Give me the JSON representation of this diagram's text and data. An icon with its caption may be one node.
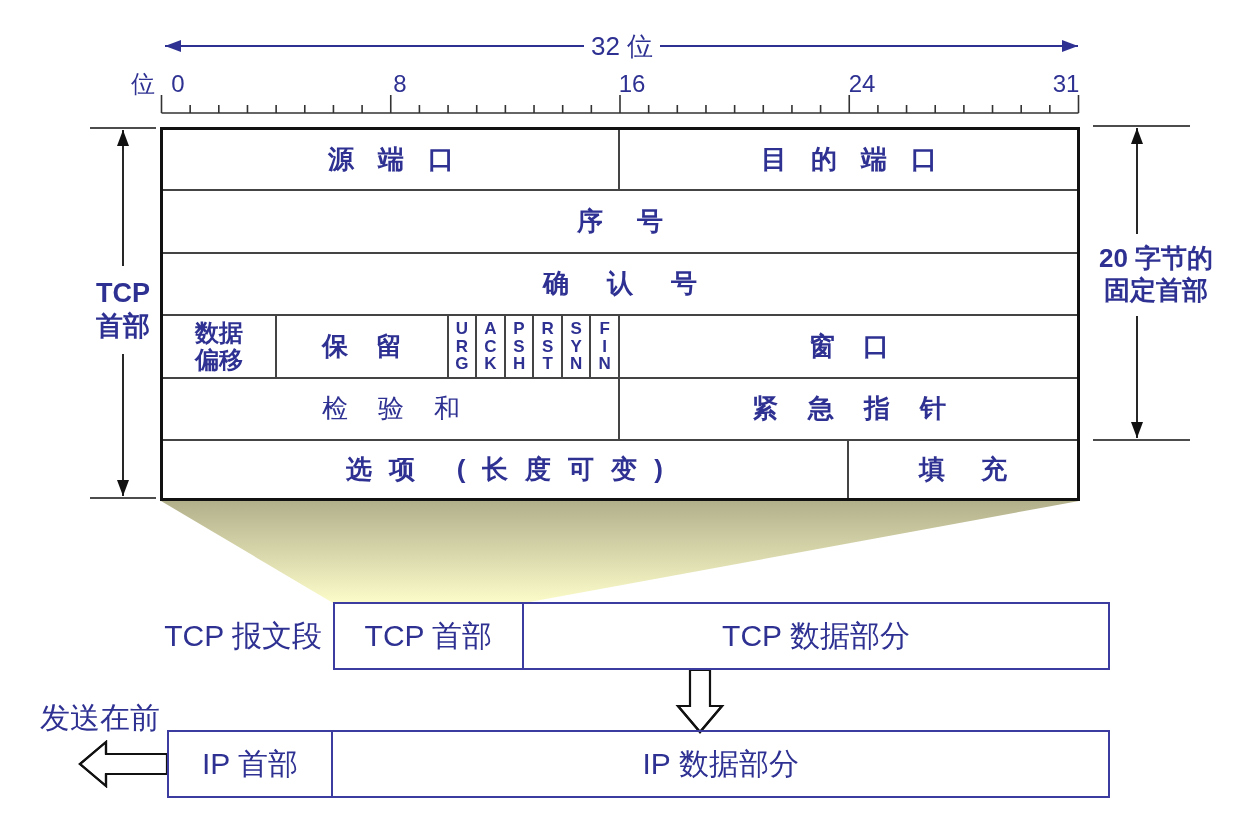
{
  "diagram": {
    "nodes": [
      {
        "text": [],
        "shape": "box"
      },
      {
        "text": [
          "源端口"
        ],
        "in": 0
      },
      {
        "text": [
          "目的端口"
        ],
        "in": 0
      },
      {
        "text": [
          "序号"
        ],
        "in": 0
      },
      {
        "text": [
          "确认号"
        ],
        "in": 0
      },
      {
        "text": [
          "数据偏移"
        ],
        "in": 0
      },
      {
        "text": [
          "保留"
        ],
        "in": 0
      },
      {
        "text": [
          "URG"
        ],
        "in": 0
      },
      {
        "text": [
          "ACK"
        ],
        "in": 0
      },
      {
        "text": [
          "PSH"
        ],
        "in": 0
      },
      {
        "text": [
          "RST"
        ],
        "in": 0
      },
      {
        "text": [
          "SYN"
        ],
        "in": 0
      },
      {
        "text": [
          "FIN"
        ],
        "in": 0
      },
      {
        "text": [
          "窗口"
        ],
        "in": 0
      },
      {
        "text": [
          "检验和"
        ],
        "in": 0
      },
      {
        "text": [
          "紧急指针"
        ],
        "in": 0
      },
      {
        "text": [
          "选项 (长度可变)"
        ],
        "in": 0
      },
      {
        "text": [
          "填充"
        ],
        "in": 0
      },
      {
        "text": [],
        "shape": "trapezoid"
      },
      {
        "text": [
          "TCP 报文段"
        ]
      },
      {
        "text": [
          "TCP 首部"
        ],
        "in": 19
      },
      {
        "text": [
          "TCP 数据部分"
        ],
        "in": 19
      },
      {
        "text": [],
        "shape": "box"
      },
      {
        "text": [
          "IP 首部"
        ],
        "in": 22
      },
      {
        "text": [
          "IP 数据部分"
        ],
        "in": 22
      }
    ],
    "edges": [
      {
        "from": 19,
        "to": 24,
        "arrow": "to"
      },
      {
        "from": 22,
        "to": null,
        "arrow": "to",
        "label": "发送在前"
      }
    ],
    "labels": [
      "32 位",
      "位",
      "0",
      "8",
      "16",
      "24",
      "31",
      "TCP 首部",
      "20 字节的固定首部"
    ]
  }
}
